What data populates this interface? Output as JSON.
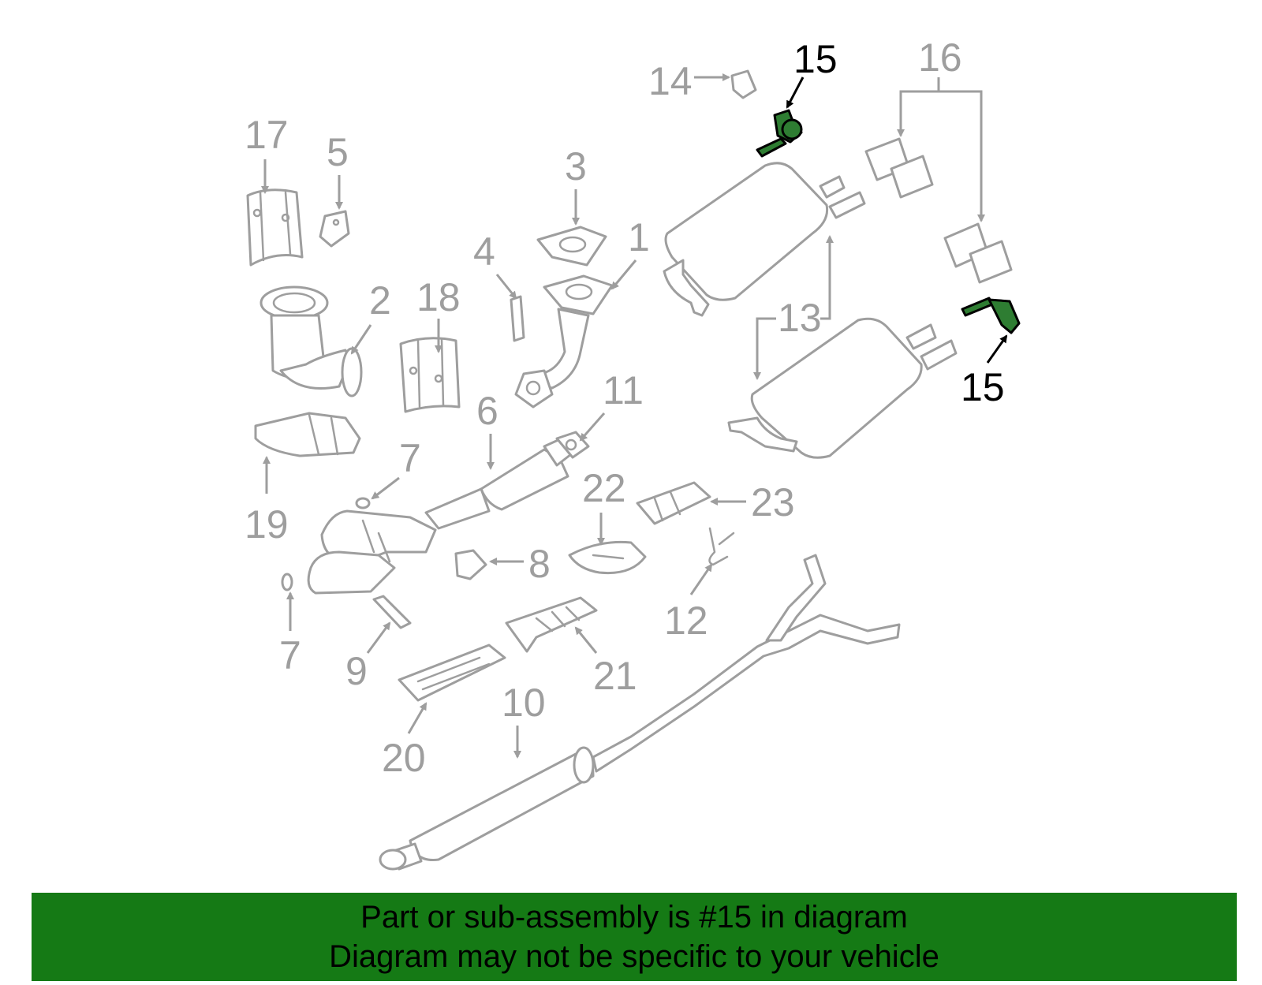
{
  "labels": {
    "p1": "1",
    "p2": "2",
    "p3": "3",
    "p4": "4",
    "p5": "5",
    "p6": "6",
    "p7a": "7",
    "p7b": "7",
    "p8": "8",
    "p9": "9",
    "p10": "10",
    "p11": "11",
    "p12": "12",
    "p13": "13",
    "p14": "14",
    "p15a": "15",
    "p15b": "15",
    "p16": "16",
    "p17": "17",
    "p18": "18",
    "p19": "19",
    "p20": "20",
    "p21": "21",
    "p22": "22",
    "p23": "23"
  },
  "highlight": {
    "part": "15",
    "color": "#2e7d32",
    "banner_color": "#157a15"
  },
  "banner": {
    "line1": "Part or sub-assembly is #15 in diagram",
    "line2": "Diagram may not be specific to your vehicle"
  }
}
